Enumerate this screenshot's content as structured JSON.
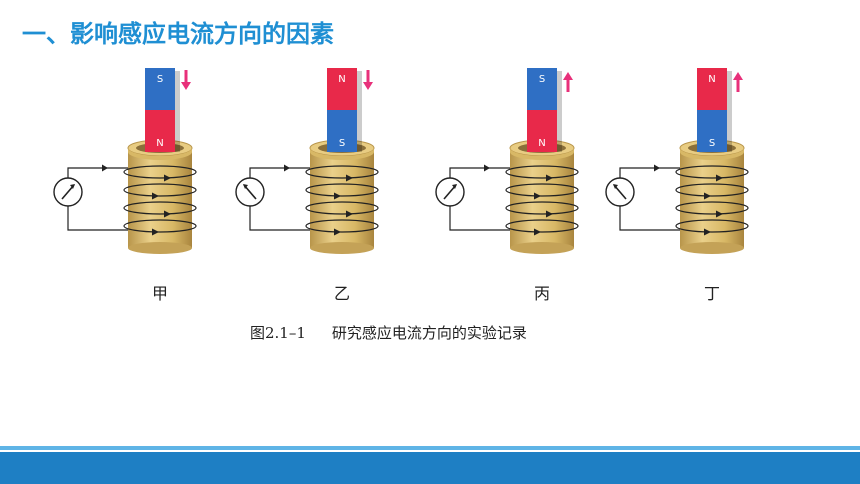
{
  "header": {
    "title": "一、影响感应电流方向的因素"
  },
  "panels": [
    {
      "label": "甲",
      "top_pole": "S",
      "bottom_pole": "N",
      "arrow": "down"
    },
    {
      "label": "乙",
      "top_pole": "N",
      "bottom_pole": "S",
      "arrow": "down"
    },
    {
      "label": "丙",
      "top_pole": "S",
      "bottom_pole": "N",
      "arrow": "up"
    },
    {
      "label": "丁",
      "top_pole": "N",
      "bottom_pole": "S",
      "arrow": "up"
    }
  ],
  "caption": {
    "figure_number": "图2.1–1",
    "text": "研究感应电流方向的实验记录"
  },
  "colors": {
    "title": "#1f8fd3",
    "north": "#e8294a",
    "south": "#2f6fc4",
    "arrow": "#e8307a",
    "coil": "#d9b96a",
    "footer": "#1e7fc4"
  }
}
